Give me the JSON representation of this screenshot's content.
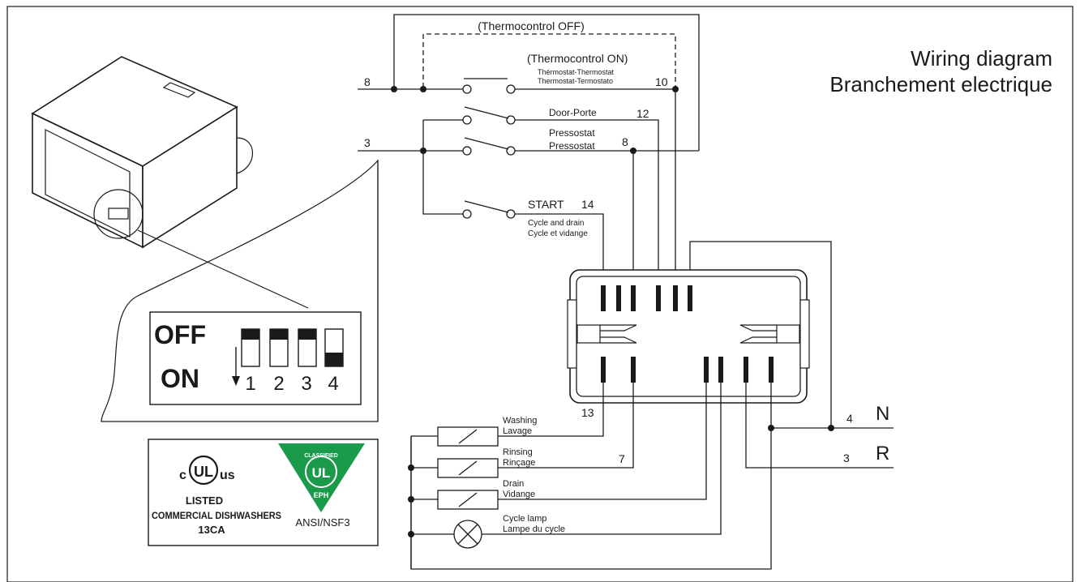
{
  "title": {
    "line1": "Wiring diagram",
    "line2": "Branchement electrique"
  },
  "wires": {
    "thermo_off_label": "(Thermocontrol OFF)",
    "thermo_on_label": "(Thermocontrol ON)",
    "thermostat_line1": "Thérmostat-Thermostat",
    "thermostat_line2": "Thermostat-Termostato",
    "door_label": "Door-Porte",
    "pressostat_line1": "Pressostat",
    "pressostat_line2": "Pressostat",
    "start_label": "START",
    "cycle_drain_line1": "Cycle and drain",
    "cycle_drain_line2": "Cycle et vidange"
  },
  "wire_numbers": {
    "in_8": "8",
    "in_3": "3",
    "n10": "10",
    "n12": "12",
    "n8": "8",
    "n14": "14",
    "n13": "13",
    "n7": "7",
    "n4": "4",
    "n3": "3"
  },
  "mains": {
    "neutral": "N",
    "live": "R"
  },
  "loads": [
    {
      "line1": "Washing",
      "line2": "Lavage"
    },
    {
      "line1": "Rinsing",
      "line2": "Rinçage"
    },
    {
      "line1": "Drain",
      "line2": "Vidange"
    },
    {
      "line1": "Cycle lamp",
      "line2": "Lampe du cycle"
    }
  ],
  "dip_switch": {
    "off_label": "OFF",
    "on_label": "ON",
    "switches": [
      {
        "number": "1",
        "state": "OFF"
      },
      {
        "number": "2",
        "state": "OFF"
      },
      {
        "number": "3",
        "state": "OFF"
      },
      {
        "number": "4",
        "state": "ON"
      }
    ]
  },
  "certification": {
    "ul_c": "c",
    "ul_mark": "UL",
    "ul_us": "us",
    "listed": "LISTED",
    "category": "COMMERCIAL DISHWASHERS",
    "code": "13CA",
    "classified": "CLASSIFIED",
    "eph_mark": "UL",
    "eph": "EPH",
    "standard": "ANSI/NSF3"
  },
  "colors": {
    "ink": "#1a1a1a",
    "nsf_green": "#1a9a4a"
  }
}
